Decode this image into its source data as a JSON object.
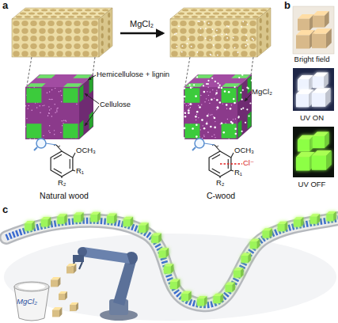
{
  "diagram": {
    "nodes": [
      {
        "text": [
          "a"
        ]
      },
      {
        "text": [
          "Natural wood"
        ],
        "in": 0
      },
      {
        "text": [
          "C-wood"
        ],
        "in": 0
      },
      {
        "text": [
          "b"
        ]
      },
      {
        "text": [
          "Bright field"
        ],
        "in": 3
      },
      {
        "text": [
          "UV ON"
        ],
        "in": 3
      },
      {
        "text": [
          "UV OFF"
        ],
        "in": 3
      },
      {
        "text": [
          "c"
        ]
      }
    ],
    "edges": [
      {
        "from": 1,
        "to": 2,
        "arrow": "to",
        "label": "MgCl₂"
      }
    ],
    "labels": [
      "Hemicellulose + lignin",
      "Cellulose",
      "MgCl₂",
      "OCH₃",
      "R₁",
      "R₂",
      "OCH₃",
      "Cl⁻",
      "R₁",
      "R₂",
      "MgCl₂"
    ]
  }
}
